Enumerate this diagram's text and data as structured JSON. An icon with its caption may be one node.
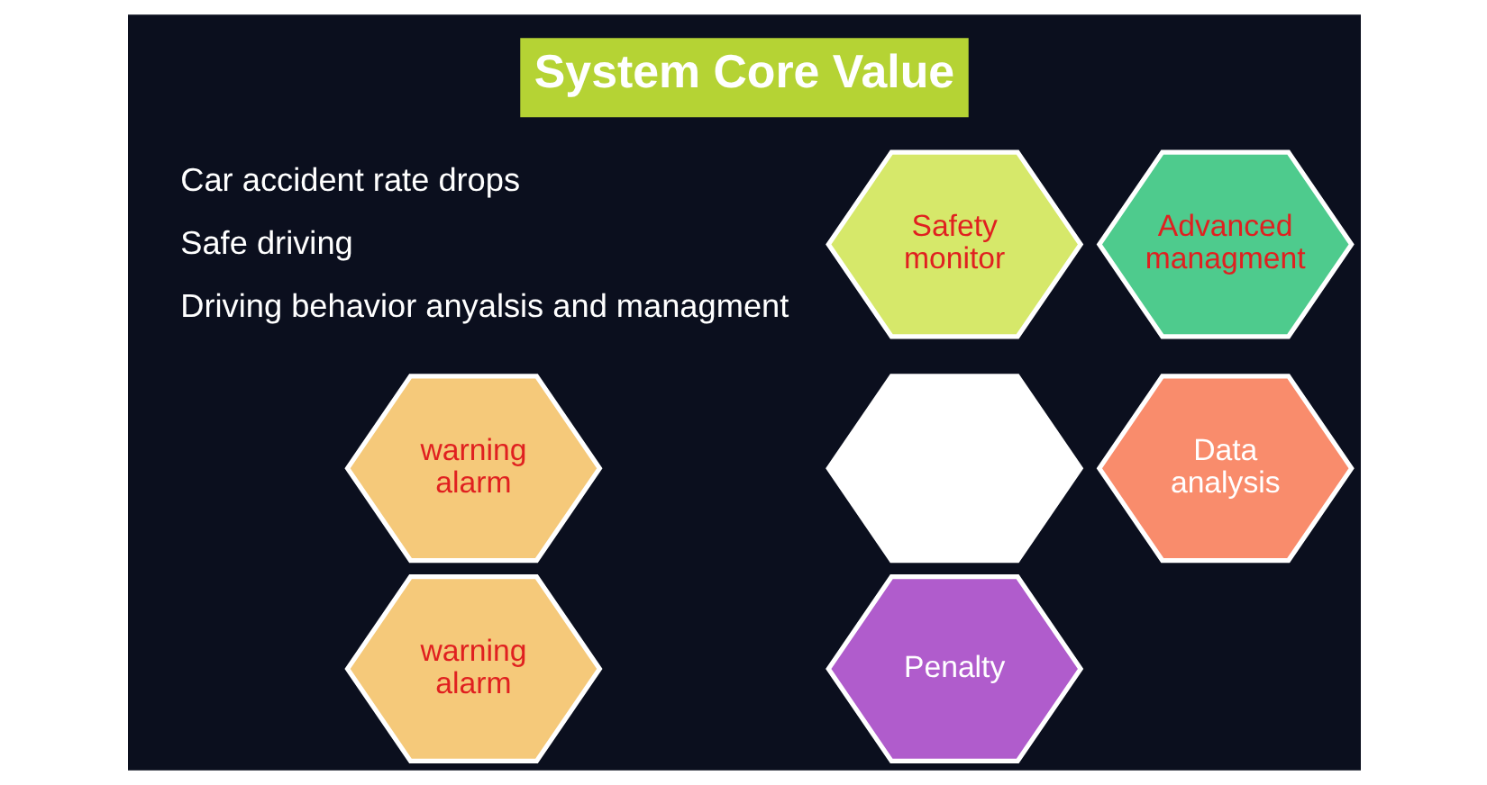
{
  "diagram": {
    "title": "System Core Value",
    "nodes": [
      {
        "text": [
          "Safety monitor"
        ]
      },
      {
        "text": [
          "Advanced managment"
        ]
      },
      {
        "text": [
          "warning alarm"
        ]
      },
      {
        "text": [],
        "shape": "hexagon"
      },
      {
        "text": [
          "Data analysis"
        ]
      },
      {
        "text": [
          "warning alarm"
        ]
      },
      {
        "text": [
          "Penalty"
        ]
      }
    ],
    "edges": [],
    "labels": [
      "Car accident rate drops",
      "Safe driving",
      "Driving behavior anyalsis and managment"
    ]
  }
}
